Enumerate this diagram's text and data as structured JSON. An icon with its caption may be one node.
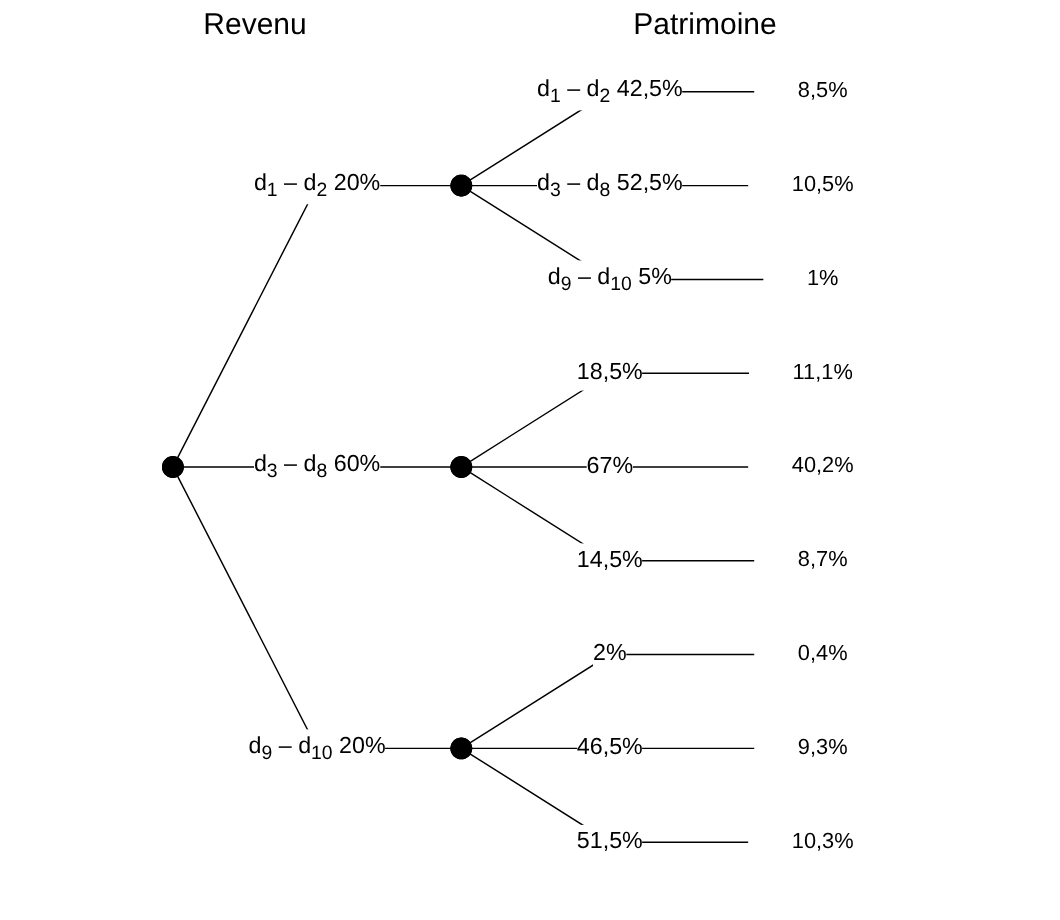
{
  "diagram": {
    "nodes": [
      {
        "text": [],
        "shape": "point"
      },
      {
        "text": [],
        "shape": "point"
      },
      {
        "text": [
          "8,5%"
        ]
      },
      {
        "text": [
          "10,5%"
        ]
      },
      {
        "text": [
          "1%"
        ]
      },
      {
        "text": [],
        "shape": "point"
      },
      {
        "text": [
          "11,1%"
        ]
      },
      {
        "text": [
          "40,2%"
        ]
      },
      {
        "text": [
          "8,7%"
        ]
      },
      {
        "text": [],
        "shape": "point"
      },
      {
        "text": [
          "0,4%"
        ]
      },
      {
        "text": [
          "9,3%"
        ]
      },
      {
        "text": [
          "10,3%"
        ]
      }
    ],
    "edges": [
      {
        "from": 0,
        "to": 1,
        "arrow": "none",
        "label": "d$_{1}$ – d$_{2}$ 20%"
      },
      {
        "from": 1,
        "to": 2,
        "arrow": "none",
        "label": "d$_{1}$ – d$_{2}$ 42,5%"
      },
      {
        "from": 1,
        "to": 3,
        "arrow": "none",
        "label": "d$_{3}$ – d$_{8}$ 52,5%"
      },
      {
        "from": 1,
        "to": 4,
        "arrow": "none",
        "label": "d$_{9}$ – d$_{10}$ 5%"
      },
      {
        "from": 0,
        "to": 5,
        "arrow": "none",
        "label": "d$_{3}$ – d$_{8}$ 60%"
      },
      {
        "from": 5,
        "to": 6,
        "arrow": "none",
        "label": "18,5%"
      },
      {
        "from": 5,
        "to": 7,
        "arrow": "none",
        "label": "67%"
      },
      {
        "from": 5,
        "to": 8,
        "arrow": "none",
        "label": "14,5%"
      },
      {
        "from": 0,
        "to": 9,
        "arrow": "none",
        "label": "d$_{9}$ – d$_{10}$ 20%"
      },
      {
        "from": 9,
        "to": 10,
        "arrow": "none",
        "label": "2%"
      },
      {
        "from": 9,
        "to": 11,
        "arrow": "none",
        "label": "46,5%"
      },
      {
        "from": 9,
        "to": 12,
        "arrow": "none",
        "label": "51,5%"
      }
    ],
    "labels": [
      "Revenu",
      "Patrimoine"
    ]
  }
}
